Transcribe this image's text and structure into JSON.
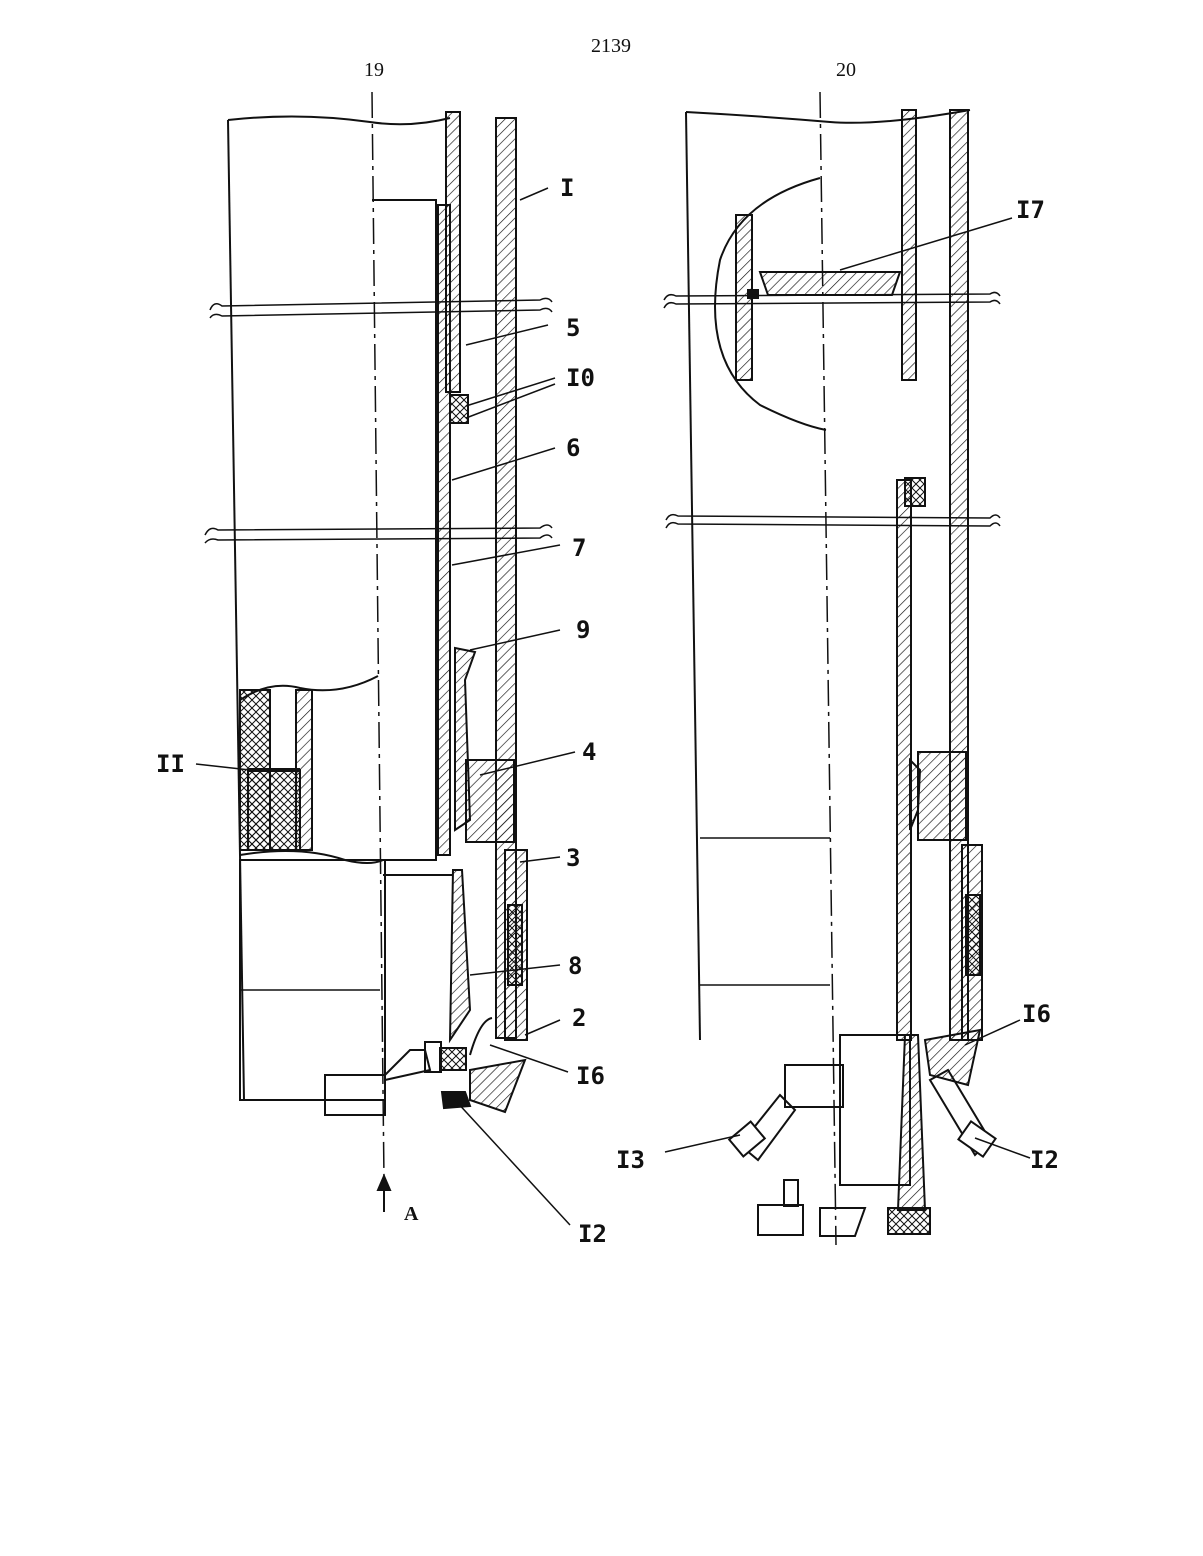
{
  "header": {
    "page_number": "2139",
    "left_column_number": "19",
    "right_column_number": "20"
  },
  "figure_left": {
    "labels": [
      "I",
      "5",
      "I0",
      "6",
      "7",
      "9",
      "II",
      "4",
      "3",
      "8",
      "2",
      "I6",
      "I2"
    ],
    "view_arrow_label": "A"
  },
  "figure_right": {
    "labels": [
      "I7",
      "I6",
      "I3",
      "I2"
    ]
  },
  "colors": {
    "ink": "#111111",
    "paper": "#ffffff"
  }
}
